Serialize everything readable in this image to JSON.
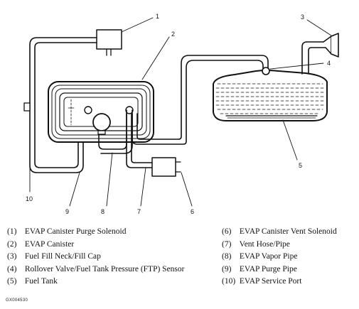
{
  "callouts": {
    "c1": "1",
    "c2": "2",
    "c3": "3",
    "c4": "4",
    "c5": "5",
    "c6": "6",
    "c7": "7",
    "c8": "8",
    "c9": "9",
    "c10": "10"
  },
  "legend": {
    "left": [
      {
        "num": "(1)",
        "label": "EVAP Canister Purge Solenoid"
      },
      {
        "num": "(2)",
        "label": "EVAP Canister"
      },
      {
        "num": "(3)",
        "label": "Fuel Fill Neck/Fill Cap"
      },
      {
        "num": "(4)",
        "label": "Rollover Valve/Fuel Tank Pressure (FTP) Sensor"
      },
      {
        "num": "(5)",
        "label": "Fuel Tank"
      }
    ],
    "right": [
      {
        "num": "(6)",
        "label": "EVAP Canister Vent Solenoid"
      },
      {
        "num": "(7)",
        "label": "Vent Hose/Pipe"
      },
      {
        "num": "(8)",
        "label": "EVAP Vapor Pipe"
      },
      {
        "num": "(9)",
        "label": "EVAP Purge Pipe"
      },
      {
        "num": "(10)",
        "label": "EVAP Service Port"
      }
    ]
  },
  "figure_id": "GX004530"
}
